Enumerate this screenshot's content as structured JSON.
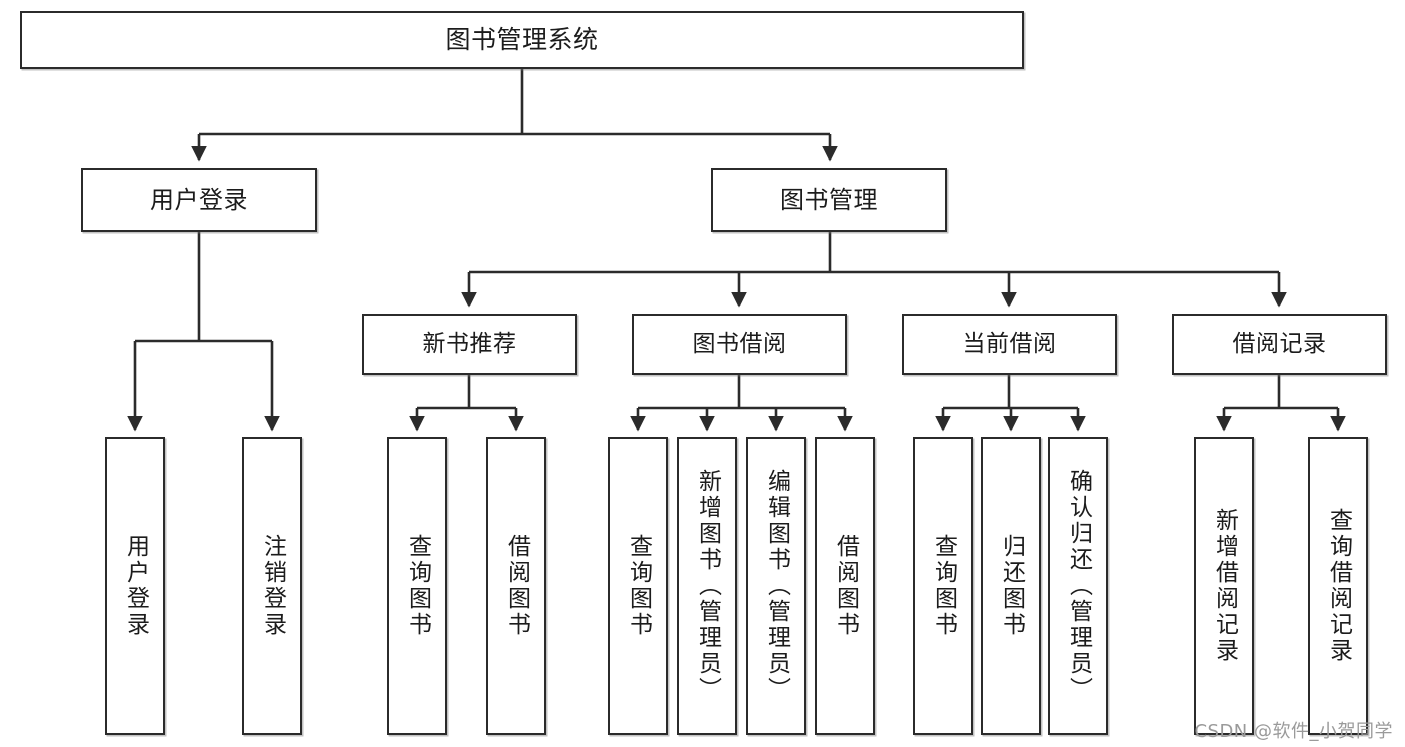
{
  "diagram": {
    "title": "图书管理系统",
    "type": "tree-hierarchy-chart",
    "watermark": "CSDN @软件_小贺同学",
    "colors": {
      "box_border": "#2b2b2b",
      "box_fill": "#ffffff",
      "connector": "#2b2b2b",
      "text": "#1c1c1c",
      "watermark": "#9a9a9a",
      "background": "#ffffff"
    },
    "nodes": {
      "root": {
        "label": "图书管理系统"
      },
      "level1": [
        {
          "id": "user-login",
          "label": "用户登录"
        },
        {
          "id": "book-management",
          "label": "图书管理"
        }
      ],
      "level2": [
        {
          "id": "new-book-recommend",
          "label": "新书推荐"
        },
        {
          "id": "book-borrow",
          "label": "图书借阅"
        },
        {
          "id": "current-borrow",
          "label": "当前借阅"
        },
        {
          "id": "borrow-record",
          "label": "借阅记录"
        }
      ],
      "leaves": [
        {
          "id": "leaf-user-login",
          "label": "用户登录",
          "parent": "user-login"
        },
        {
          "id": "leaf-logout-login",
          "label": "注销登录",
          "parent": "user-login"
        },
        {
          "id": "leaf-query-book-1",
          "label": "查询图书",
          "parent": "new-book-recommend"
        },
        {
          "id": "leaf-borrow-book-1",
          "label": "借阅图书",
          "parent": "new-book-recommend"
        },
        {
          "id": "leaf-query-book-2",
          "label": "查询图书",
          "parent": "book-borrow"
        },
        {
          "id": "leaf-add-book",
          "label": "新增图书（管理员）",
          "parent": "book-borrow"
        },
        {
          "id": "leaf-edit-book",
          "label": "编辑图书（管理员）",
          "parent": "book-borrow"
        },
        {
          "id": "leaf-borrow-book-2",
          "label": "借阅图书",
          "parent": "book-borrow"
        },
        {
          "id": "leaf-query-book-3",
          "label": "查询图书",
          "parent": "current-borrow"
        },
        {
          "id": "leaf-return-book",
          "label": "归还图书",
          "parent": "current-borrow"
        },
        {
          "id": "leaf-confirm-return",
          "label": "确认归还（管理员）",
          "parent": "current-borrow"
        },
        {
          "id": "leaf-add-record",
          "label": "新增借阅记录",
          "parent": "borrow-record"
        },
        {
          "id": "leaf-query-record",
          "label": "查询借阅记录",
          "parent": "borrow-record"
        }
      ]
    }
  }
}
